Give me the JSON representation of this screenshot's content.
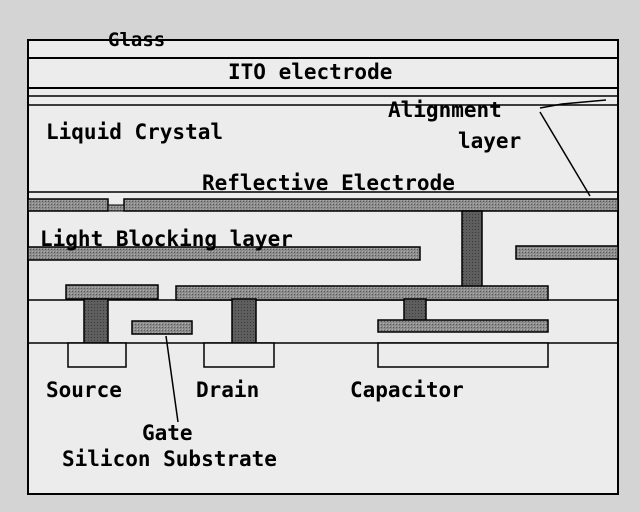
{
  "labels": {
    "glass": "Glass",
    "ito": "ITO electrode",
    "liquid_crystal": "Liquid Crystal",
    "alignment_line1": "Alignment",
    "alignment_line2": "layer",
    "reflective": "Reflective Electrode",
    "light_blocking": "Light Blocking layer",
    "source": "Source",
    "drain": "Drain",
    "capacitor": "Capacitor",
    "gate": "Gate",
    "substrate": "Silicon Substrate"
  },
  "colors": {
    "background": "#d4d4d4",
    "paper": "#ececec",
    "line": "#000000",
    "hatched_layer": "#8c8c8c",
    "dark_via": "#555555"
  }
}
